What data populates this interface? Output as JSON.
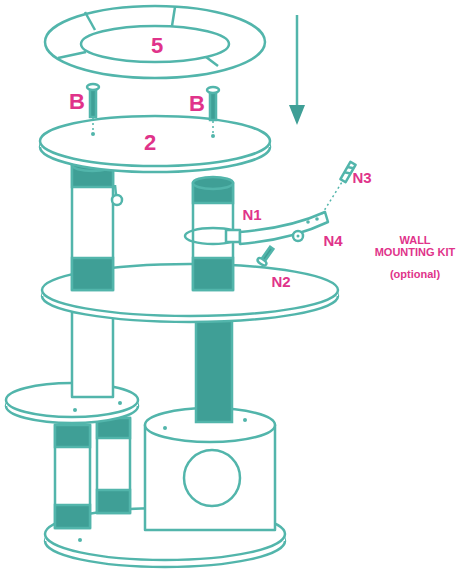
{
  "diagram": {
    "labels": [
      "5",
      "B",
      "B",
      "2",
      "N3",
      "N1",
      "N4",
      "N2",
      "WALL MOUNTING KIT",
      "(optional)"
    ]
  }
}
